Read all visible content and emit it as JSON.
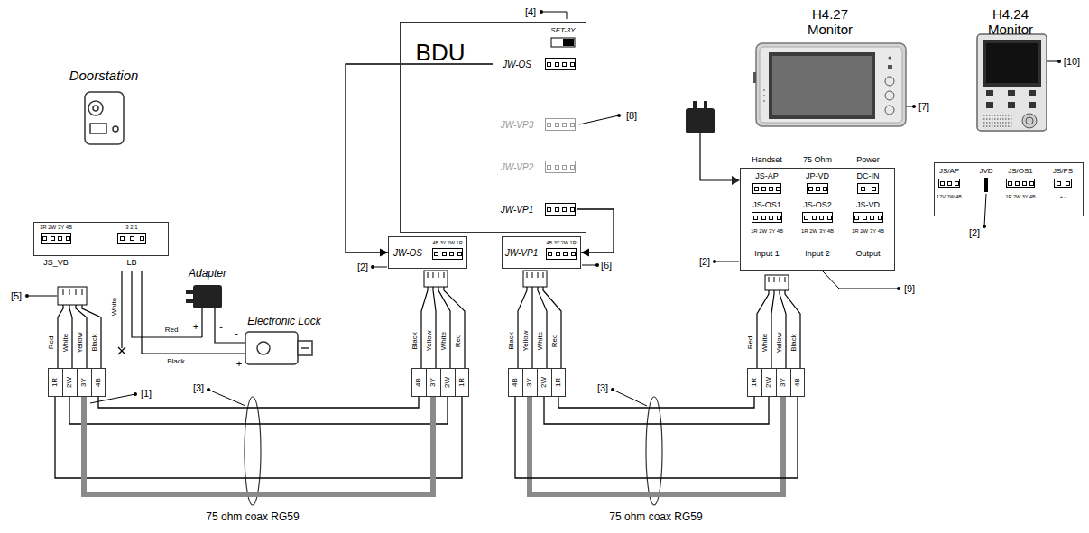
{
  "diagram": {
    "nodes": [
      {
        "text": [
          "BDU"
        ]
      },
      {
        "text": [
          "JW-OS"
        ],
        "in": 0
      },
      {
        "text": [
          "JW-VP3"
        ],
        "in": 0
      },
      {
        "text": [
          "JW-VP2"
        ],
        "in": 0
      },
      {
        "text": [
          "JW-VP1"
        ],
        "in": 0
      },
      {
        "text": [
          "JW-OS",
          "4B 3Y 2W 1R"
        ]
      },
      {
        "text": [
          "JW-VP1",
          "4B 3Y 2W 1R"
        ]
      },
      {
        "text": [
          "1R 2W 3Y 4B",
          "3 2 1",
          "JS_VB",
          "LB"
        ]
      },
      {
        "text": [
          "1R",
          "2W",
          "3Y",
          "4B"
        ]
      },
      {
        "text": [
          "4B",
          "3Y",
          "2W",
          "1R"
        ]
      },
      {
        "text": [
          "4B",
          "3Y",
          "2W",
          "1R"
        ]
      },
      {
        "text": [
          "1R",
          "2W",
          "3Y",
          "4B"
        ]
      },
      {
        "text": [
          "Handset",
          "75 Ohm",
          "Power",
          "JS-AP",
          "JP-VD",
          "DC-IN",
          "JS-OS1",
          "JS-OS2",
          "JS-VD",
          "1R 2W 3Y 4B",
          "1R 2W 3Y 4B",
          "1R 2W 3Y 4B",
          "Input 1",
          "Input 2",
          "Output"
        ]
      },
      {
        "text": [
          "JS/AP",
          "JVD",
          "JS/OS1",
          "JS/PS",
          "12V 2W 4B",
          "1R 2W 3Y 4B",
          "+ -"
        ]
      }
    ],
    "edges": [
      {
        "from": 1,
        "to": 5,
        "arrow": "to"
      },
      {
        "from": 4,
        "to": 6,
        "arrow": "to"
      },
      {
        "from": 8,
        "to": 9,
        "arrow": "none"
      },
      {
        "from": 8,
        "to": 9,
        "arrow": "none"
      },
      {
        "from": 8,
        "to": 9,
        "arrow": "none"
      },
      {
        "from": 8,
        "to": 9,
        "arrow": "none"
      },
      {
        "from": 10,
        "to": 11,
        "arrow": "none"
      },
      {
        "from": 10,
        "to": 11,
        "arrow": "none"
      },
      {
        "from": 10,
        "to": 11,
        "arrow": "none"
      },
      {
        "from": 10,
        "to": 11,
        "arrow": "none"
      }
    ],
    "labels": [
      "Doorstation",
      "SET-3Y",
      "[4]",
      "[8]",
      "[5]",
      "Adapter",
      "Electronic Lock",
      "White",
      "Red",
      "Black",
      "+",
      "-",
      "-",
      "+",
      "Red",
      "White",
      "Yellow",
      "Black",
      "[1]",
      "[3]",
      "Black",
      "Yellow",
      "White",
      "Red",
      "[2]",
      "75 ohm coax RG59",
      "Black",
      "Yellow",
      "White",
      "Red",
      "[6]",
      "[3]",
      "75 ohm coax RG59",
      "Red",
      "White",
      "Yellow",
      "Black",
      "H4.27 Monitor",
      "H4.24 Monitor",
      "[7]",
      "[10]",
      "[2]",
      "[9]",
      "[2]"
    ]
  }
}
